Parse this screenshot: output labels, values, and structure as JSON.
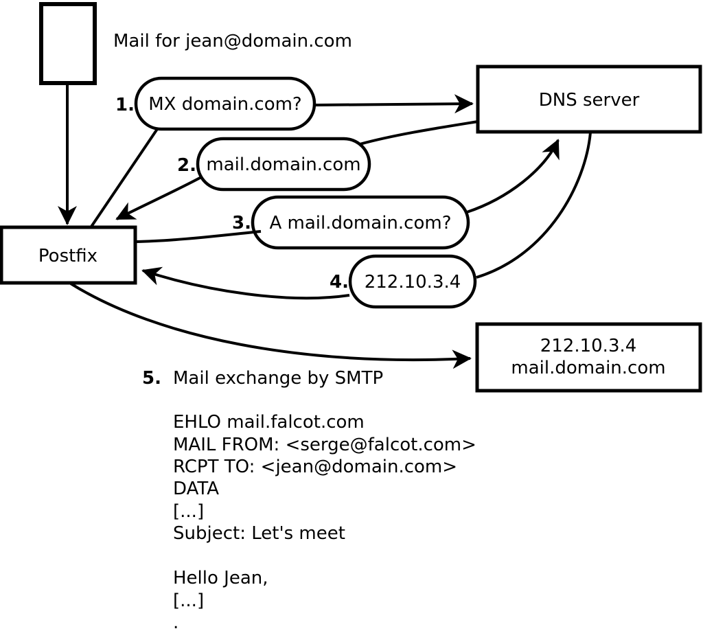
{
  "diagram": {
    "header": "Mail for jean@domain.com",
    "nodes": {
      "postfix": "Postfix",
      "dns": "DNS server",
      "mail_server_line1": "212.10.3.4",
      "mail_server_line2": "mail.domain.com"
    },
    "steps": [
      {
        "num": "1.",
        "label": "MX domain.com?"
      },
      {
        "num": "2.",
        "label": "mail.domain.com"
      },
      {
        "num": "3.",
        "label": "A mail.domain.com?"
      },
      {
        "num": "4.",
        "label": "212.10.3.4"
      },
      {
        "num": "5.",
        "label": "Mail exchange by SMTP"
      }
    ],
    "smtp_session": {
      "lines": [
        "EHLO mail.falcot.com",
        "MAIL FROM: <serge@falcot.com>",
        "RCPT TO: <jean@domain.com>",
        "DATA",
        "[...]",
        "Subject: Let's meet",
        "Hello Jean,",
        "[...]",
        "."
      ]
    },
    "colors": {
      "stroke": "#000000",
      "fill": "#ffffff",
      "background": "#ffffff"
    }
  }
}
